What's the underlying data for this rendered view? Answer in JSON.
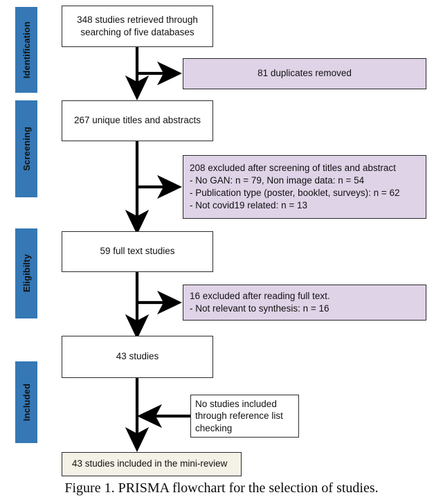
{
  "figure": {
    "caption": "Figure 1. PRISMA flowchart for the selection of studies.",
    "colors": {
      "stage_bar": "#3578b5",
      "exclusion_box": "#dfd3e7",
      "included_box": "#f4f1e6",
      "box_border": "#2a2a2a",
      "arrow": "#000000",
      "page_background": "#ffffff"
    }
  },
  "stages": [
    {
      "label": "Identification"
    },
    {
      "label": "Screening"
    },
    {
      "label": "Eligibilty"
    },
    {
      "label": "Included"
    }
  ],
  "flow": {
    "identified": "348 studies retrieved through searching of five databases",
    "identified_line1": "348 studies retrieved through",
    "identified_line2": "searching of five databases",
    "duplicates_removed": "81 duplicates removed",
    "unique_records": "267 unique titles and abstracts",
    "screening_excluded": {
      "line1": "208 excluded after screening of titles and abstract",
      "line2": "- No GAN: n = 79, Non image data: n = 54",
      "line3": "- Publication type (poster, booklet, surveys): n = 62",
      "line4": "- Not covid19 related: n = 13"
    },
    "full_text": "59 full text studies",
    "fulltext_excluded": {
      "line1": "16 excluded after reading full text.",
      "line2": "- Not relevant to synthesis: n = 16"
    },
    "studies_remaining": "43 studies",
    "reference_list": {
      "line1": "No studies included",
      "line2": "through reference list",
      "line3": "checking"
    },
    "included_final": "43 studies included in the mini-review"
  },
  "chart_data": {
    "type": "diagram",
    "title": "PRISMA flowchart for the selection of studies",
    "stages": [
      "Identification",
      "Screening",
      "Eligibilty",
      "Included"
    ],
    "nodes": [
      {
        "id": "identified",
        "stage": "Identification",
        "kind": "main",
        "n": 348,
        "text": "348 studies retrieved through searching of five databases"
      },
      {
        "id": "duplicates",
        "stage": "Identification",
        "kind": "exclusion",
        "n": 81,
        "text": "81 duplicates removed"
      },
      {
        "id": "unique",
        "stage": "Screening",
        "kind": "main",
        "n": 267,
        "text": "267 unique titles and abstracts"
      },
      {
        "id": "screen_excluded",
        "stage": "Screening",
        "kind": "exclusion",
        "n": 208,
        "text": "208 excluded after screening of titles and abstract",
        "reasons": [
          {
            "label": "No GAN",
            "n": 79
          },
          {
            "label": "Non image data",
            "n": 54
          },
          {
            "label": "Publication type (poster, booklet, surveys)",
            "n": 62
          },
          {
            "label": "Not covid19 related",
            "n": 13
          }
        ]
      },
      {
        "id": "fulltext",
        "stage": "Eligibilty",
        "kind": "main",
        "n": 59,
        "text": "59 full text studies"
      },
      {
        "id": "fulltext_excluded",
        "stage": "Eligibilty",
        "kind": "exclusion",
        "n": 16,
        "text": "16 excluded after reading full text.",
        "reasons": [
          {
            "label": "Not relevant to synthesis",
            "n": 16
          }
        ]
      },
      {
        "id": "remaining",
        "stage": "Included",
        "kind": "main",
        "n": 43,
        "text": "43 studies"
      },
      {
        "id": "reference_list",
        "stage": "Included",
        "kind": "side",
        "n": 0,
        "text": "No studies included through reference list checking"
      },
      {
        "id": "included_final",
        "stage": "Included",
        "kind": "result",
        "n": 43,
        "text": "43 studies included in the mini-review"
      }
    ],
    "edges": [
      {
        "from": "identified",
        "to": "unique",
        "direction": "down"
      },
      {
        "from": "identified",
        "to": "duplicates",
        "direction": "right"
      },
      {
        "from": "unique",
        "to": "fulltext",
        "direction": "down"
      },
      {
        "from": "unique",
        "to": "screen_excluded",
        "direction": "right"
      },
      {
        "from": "fulltext",
        "to": "remaining",
        "direction": "down"
      },
      {
        "from": "fulltext",
        "to": "fulltext_excluded",
        "direction": "right"
      },
      {
        "from": "reference_list",
        "to": "included_final",
        "direction": "left"
      },
      {
        "from": "remaining",
        "to": "included_final",
        "direction": "down"
      }
    ]
  }
}
